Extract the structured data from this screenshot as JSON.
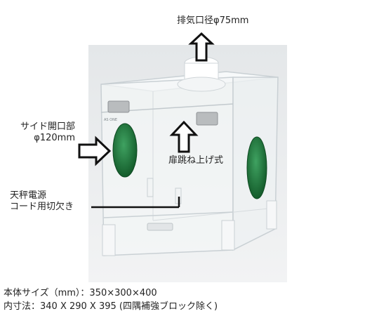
{
  "labels": {
    "exhaust": "排気口径φ75mm",
    "side_opening_line1": "サイド開口部",
    "side_opening_line2": "φ120mm",
    "door": "扉跳ね上げ式",
    "cable_line1": "天秤電源",
    "cable_line2": "コード用切欠き"
  },
  "specs": {
    "body_size": "本体サイズ（mm）：350×300×400",
    "inner_size": "内寸法：340 X 290 X 395 (四隅補強ブロック除く)"
  },
  "colors": {
    "photo_bg": "#e9ebec",
    "acrylic_edge": "#c9d0d4",
    "window_green": "#1f7a3c",
    "hinge": "#b9bcbe",
    "outline": "#111111"
  },
  "icons": {
    "arrow_up": "arrow-up-outline-icon",
    "arrow_right": "arrow-right-outline-icon"
  }
}
